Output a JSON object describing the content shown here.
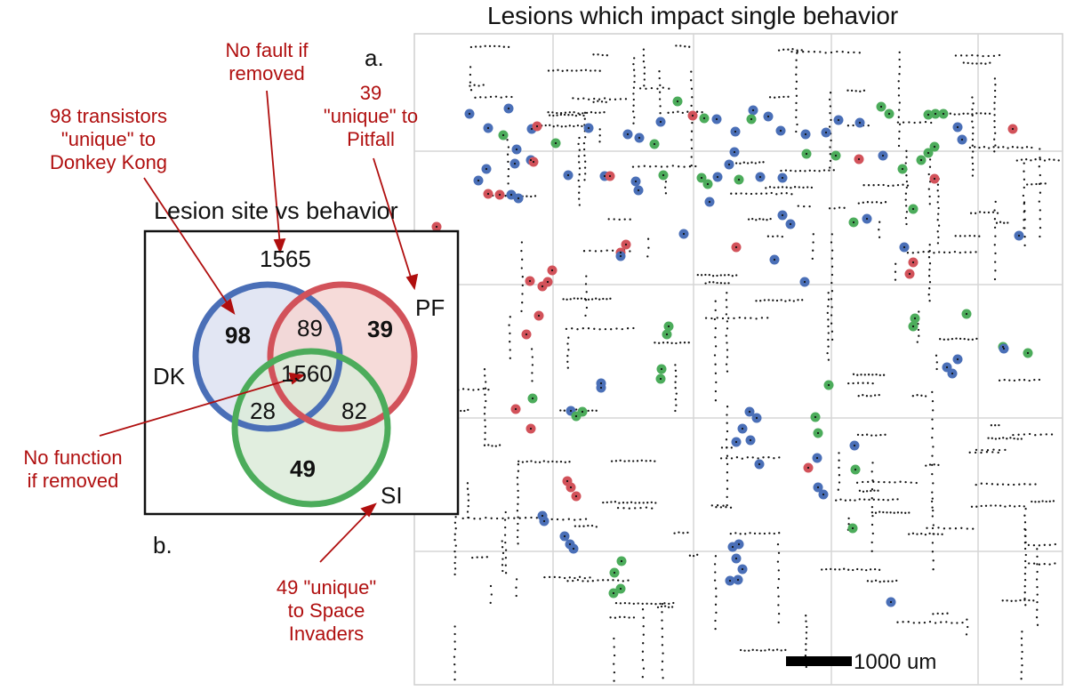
{
  "title": "Lesions which impact single behavior",
  "panel_a_label": "a.",
  "panel_b_label": "b.",
  "scale_bar_label": "1000 um",
  "venn": {
    "title": "Lesion site vs behavior",
    "outside_count": "1565",
    "labels": {
      "dk": "DK",
      "pf": "PF",
      "si": "SI"
    },
    "counts": {
      "dk_only": "98",
      "pf_only": "39",
      "si_only": "49",
      "dk_pf": "89",
      "dk_si": "28",
      "pf_si": "82",
      "all": "1560"
    },
    "colors": {
      "dk": "#4a6fb7",
      "pf": "#d2525a",
      "si": "#4cac5b",
      "dk_fill": "#dde2f1",
      "pf_fill": "#f4d5d2",
      "si_fill": "#dcebd9"
    }
  },
  "annotations": {
    "no_fault": [
      "No fault if",
      "removed"
    ],
    "pf_unique": [
      "39",
      "\"unique\" to",
      "Pitfall"
    ],
    "dk_unique": [
      "98 transistors",
      "\"unique\" to",
      "Donkey Kong"
    ],
    "no_function": [
      "No function",
      "if removed"
    ],
    "si_unique": [
      "49 \"unique\"",
      "to Space",
      "Invaders"
    ]
  },
  "dot_colors": {
    "blue": "#4a6fb7",
    "red": "#d2525a",
    "green": "#4cac5b"
  }
}
